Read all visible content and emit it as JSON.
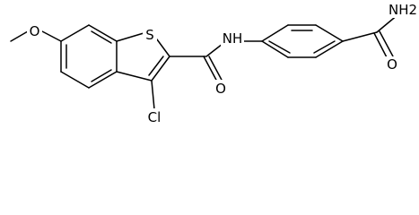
{
  "molecule": {
    "atom_labels": {
      "methoxy_oxygen": "O",
      "thiophene_sulfur": "S",
      "amide_nitrogen": "NH",
      "amide_oxygen": "O",
      "chlorine": "Cl",
      "terminal_amide_nitrogen": "NH2",
      "terminal_amide_oxygen": "O"
    }
  }
}
